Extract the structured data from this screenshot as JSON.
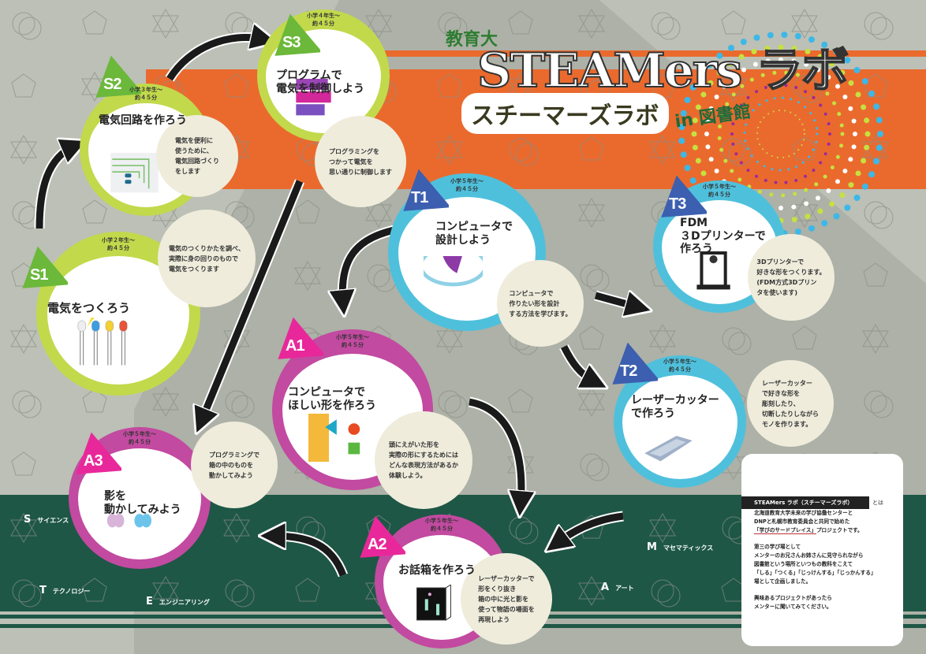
{
  "header": {
    "org": "教育大",
    "title": "STEAMers ラボ",
    "subtitle": "スチーマーズラボ",
    "subtitle_suffix": "in 図書館"
  },
  "colors": {
    "science": "#c2d94c",
    "science_tag": "#6bb83a",
    "tech": "#4fc0dc",
    "tech_tag": "#3c5fb0",
    "art": "#c24aa0",
    "art_tag": "#e8289a",
    "orange": "#ea6a2e",
    "green_band": "#1e5746",
    "gray": "#bcc0b6"
  },
  "stations": [
    {
      "id": "S1",
      "grade": "小学２年生〜",
      "duration": "約４５分",
      "title": [
        "電気をつくろう"
      ],
      "desc": [
        "電気のつくりかたを調べ、",
        "実際に身の回りのもので",
        "電気をつくります"
      ],
      "icon": "lightning-led-icon"
    },
    {
      "id": "S2",
      "grade": "小学３年生〜",
      "duration": "約４５分",
      "title": [
        "電気回路を作ろう"
      ],
      "desc": [
        "電気を便利に",
        "使うために、",
        "電気回路づくり",
        "をします"
      ],
      "icon": "circuit-icon"
    },
    {
      "id": "S3",
      "grade": "小学４年生〜",
      "duration": "約４５分",
      "title": [
        "プログラムで",
        "電気を制御しよう"
      ],
      "desc": [
        "プログラミングを",
        "つかって電気を",
        "思い通りに制御します"
      ],
      "icon": "code-blocks-icon"
    },
    {
      "id": "T1",
      "grade": "小学５年生〜",
      "duration": "約４５分",
      "title": [
        "コンピュータで",
        "設計しよう"
      ],
      "desc": [
        "コンピュータで",
        "作りたい形を設計",
        "する方法を学びます。"
      ],
      "icon": "cad-model-icon"
    },
    {
      "id": "T3",
      "grade": "小学５年生〜",
      "duration": "約４５分",
      "title": [
        "FDM",
        "３Dプリンターで",
        "作ろう"
      ],
      "desc": [
        "3Dプリンターで",
        "好きな形をつくります。",
        "(FDM方式3Dプリン",
        "タを使います)"
      ],
      "icon": "3d-printer-icon"
    },
    {
      "id": "T2",
      "grade": "小学５年生〜",
      "duration": "約４５分",
      "title": [
        "レーザーカッター",
        "で作ろう"
      ],
      "desc": [
        "レーザーカッター",
        "で好きな形を",
        "彫刻したり、",
        "切断したりしながら",
        "モノを作ります。"
      ],
      "icon": "laser-cutter-icon"
    },
    {
      "id": "A1",
      "grade": "小学５年生〜",
      "duration": "約４５分",
      "title": [
        "コンピュータで",
        "ほしい形を作ろう"
      ],
      "desc": [
        "頭にえがいた形を",
        "実際の形にするためには",
        "どんな表現方法があるか",
        "体験しよう。"
      ],
      "icon": "shapes-bees-icon"
    },
    {
      "id": "A3",
      "grade": "小学５年生〜",
      "duration": "約４５分",
      "title": [
        "影を",
        "動かしてみよう"
      ],
      "desc": [
        "プログラミングで",
        "箱の中のものを",
        "動かしてみよう"
      ],
      "icon": "butterflies-icon"
    },
    {
      "id": "A2",
      "grade": "小学５年生〜",
      "duration": "約４５分",
      "title": [
        "お話箱を作ろう"
      ],
      "desc": [
        "レーザーカッターで",
        "形をくり抜き",
        "箱の中に光と影を",
        "使って物語の場面を",
        "再現しよう"
      ],
      "icon": "story-box-icon"
    }
  ],
  "stem_labels": [
    {
      "letter": "S",
      "label": "サイエンス"
    },
    {
      "letter": "T",
      "label": "テクノロジー"
    },
    {
      "letter": "E",
      "label": "エンジニアリング"
    },
    {
      "letter": "A",
      "label": "アート"
    },
    {
      "letter": "M",
      "label": "マセマティックス"
    }
  ],
  "info": {
    "heading": "STEAMers ラボ（スチーマーズラボ）",
    "heading_suffix": "とは",
    "p1_a": "北海道教育大学未来の学び協働センターと",
    "p1_b": "DNPと札幌市教育委員会と共同で始めた",
    "p1_highlight": "「学びのサードプレイス」",
    "p1_c": "プロジェクトです。",
    "p2": [
      "第三の学び場として",
      "メンターのお兄さんお姉さんに見守られながら",
      "図書館という場所といつもの教科をこえて",
      "「しる」「つくる」「じっけんする」「じっかんする」",
      "場として企画しました。"
    ],
    "p3": [
      "興味あるプロジェクトがあったら",
      "メンターに聞いてみてください。"
    ]
  }
}
